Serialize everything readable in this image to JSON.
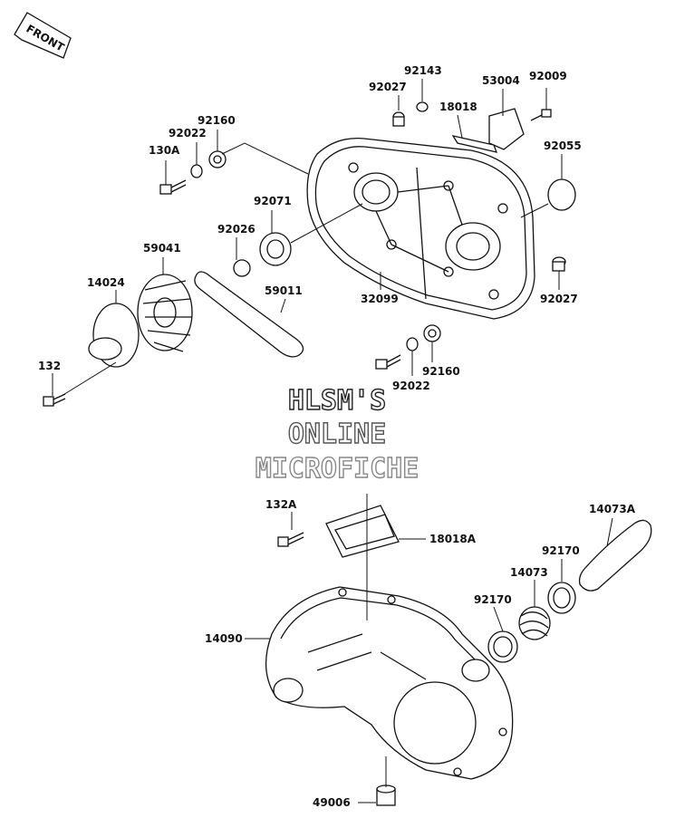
{
  "front_marker": "FRONT",
  "watermark": {
    "line1": "HLSM'S",
    "line2": "ONLINE",
    "line3": "MICROFICHE"
  },
  "callouts": {
    "p92143": "92143",
    "p92027a": "92027",
    "p53004": "53004",
    "p92009": "92009",
    "p18018": "18018",
    "p92160a": "92160",
    "p92022a": "92022",
    "p130A": "130A",
    "p92055": "92055",
    "p92071": "92071",
    "p92026": "92026",
    "p59041": "59041",
    "p14024": "14024",
    "p59011": "59011",
    "p32099": "32099",
    "p92027b": "92027",
    "p132": "132",
    "p92160b": "92160",
    "p92022b": "92022",
    "p132A": "132A",
    "p18018A": "18018A",
    "p14073A": "14073A",
    "p92170a": "92170",
    "p14073": "14073",
    "p92170b": "92170",
    "p14090": "14090",
    "p49006": "49006"
  }
}
